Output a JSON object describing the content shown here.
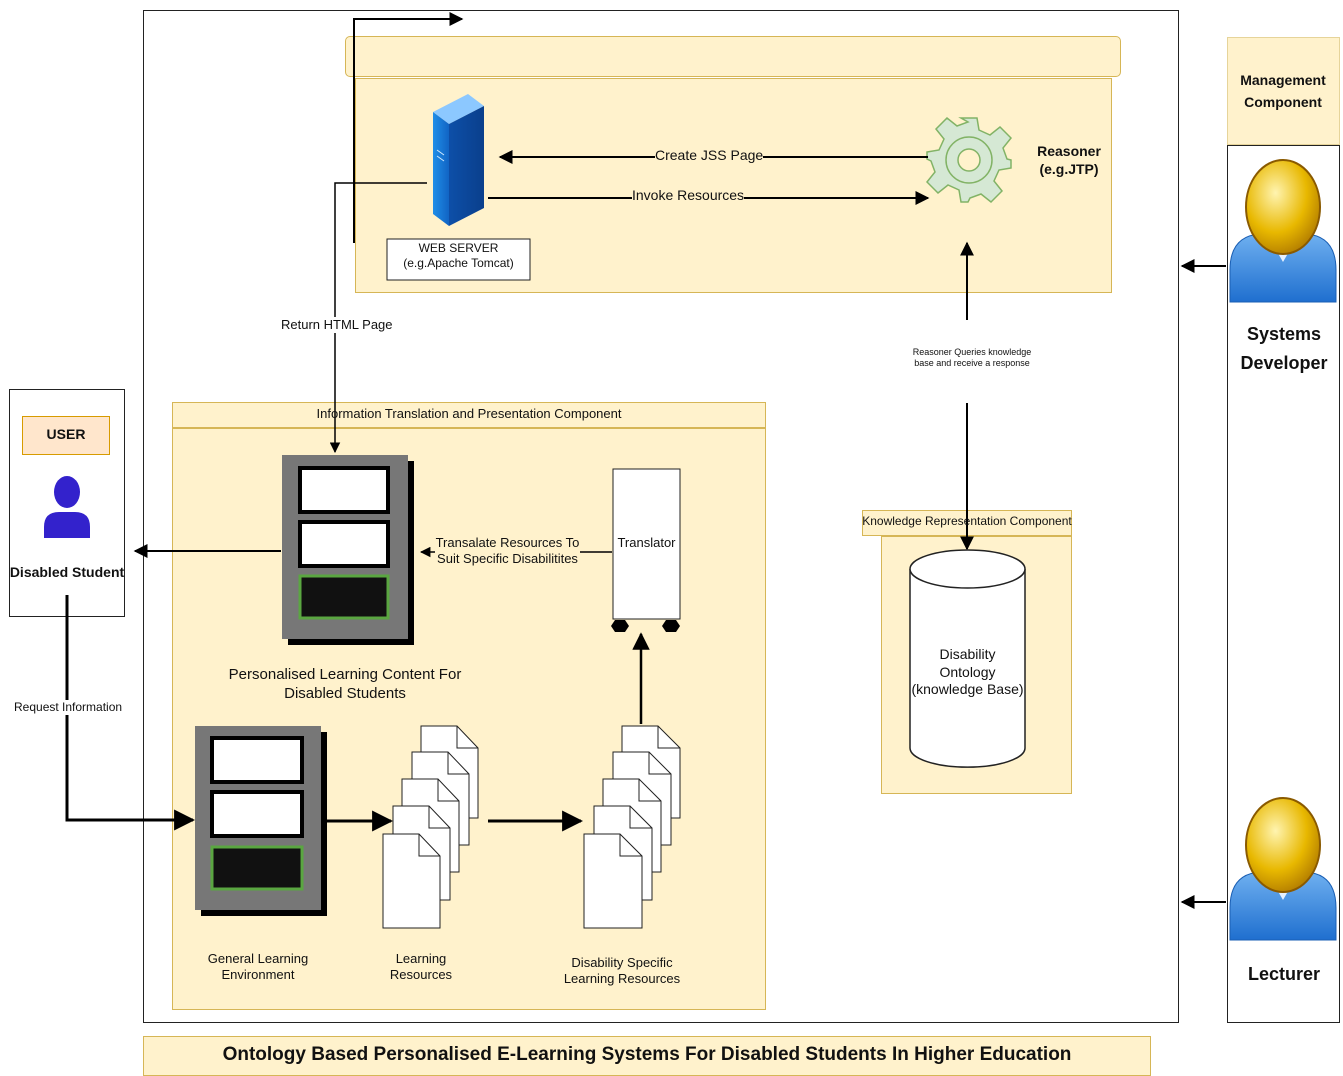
{
  "diagram": {
    "title": "Ontology Based Personalised E-Learning Systems For Disabled Students In Higher Education",
    "user": {
      "header": "USER",
      "name": "Disabled Student"
    },
    "management": {
      "header": "Management Component",
      "systems_developer": "Systems Developer",
      "lecturer": "Lecturer"
    },
    "server": {
      "web_server_line1": "WEB SERVER",
      "web_server_line2": "(e.g.Apache Tomcat)",
      "reasoner_line1": "Reasoner",
      "reasoner_line2": "(e.g.JTP)",
      "create_jss": "Create JSS Page",
      "invoke_resources": "Invoke Resources"
    },
    "return_html": "Return HTML Page",
    "request_information": "Request Information",
    "reasoner_query_line1": "Reasoner Queries knowledge",
    "reasoner_query_line2": "base and receive a response",
    "itp": {
      "header": "Information Translation and Presentation Component",
      "personalised_line1": "Personalised Learning Content For",
      "personalised_line2": "Disabled Students",
      "translate_line1": "Transalate Resources To",
      "translate_line2": "Suit Specific Disabilitites",
      "translator": "Translator",
      "general_line1": "General Learning",
      "general_line2": "Environment",
      "learning_line1": "Learning",
      "learning_line2": "Resources",
      "disability_line1": "Disability Specific",
      "disability_line2": "Learning Resources"
    },
    "krc": {
      "header": "Knowledge Representation Component",
      "ontology_line1": "Disability",
      "ontology_line2": "Ontology",
      "ontology_line3": "(knowledge Base)"
    }
  },
  "colors": {
    "panel_fill": "#fff2cc",
    "panel_border": "#d6b656",
    "user_header_fill": "#ffe6cc",
    "person_blue": "#3f7fd6",
    "person_gold": "#e7b200",
    "user_icon_purple": "#3322cc",
    "gear_green": "#d5e8d4"
  }
}
